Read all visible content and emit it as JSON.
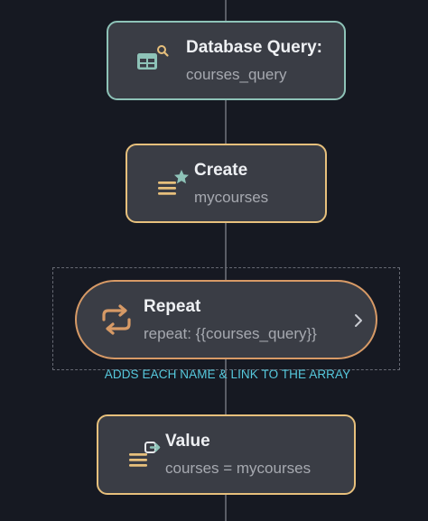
{
  "nodes": {
    "database_query": {
      "title": "Database Query:",
      "subtitle": "courses_query",
      "icon": "table-search-icon"
    },
    "create": {
      "title": "Create",
      "subtitle": "mycourses",
      "icon": "list-star-icon"
    },
    "repeat": {
      "title": "Repeat",
      "subtitle": "repeat: {{courses_query}}",
      "icon": "repeat-icon",
      "action_icon": "chevron-right-icon"
    },
    "value": {
      "title": "Value",
      "subtitle": "courses = mycourses",
      "icon": "list-export-icon"
    }
  },
  "repeat_note": "ADDS EACH NAME & LINK TO THE ARRAY",
  "colors": {
    "background": "#161922",
    "node_fill": "#3a3d45",
    "database_border": "#8ec3b8",
    "create_border": "#e7c07c",
    "repeat_border": "#d79a66",
    "value_border": "#e7c07c",
    "note_text": "#56c9dd"
  }
}
